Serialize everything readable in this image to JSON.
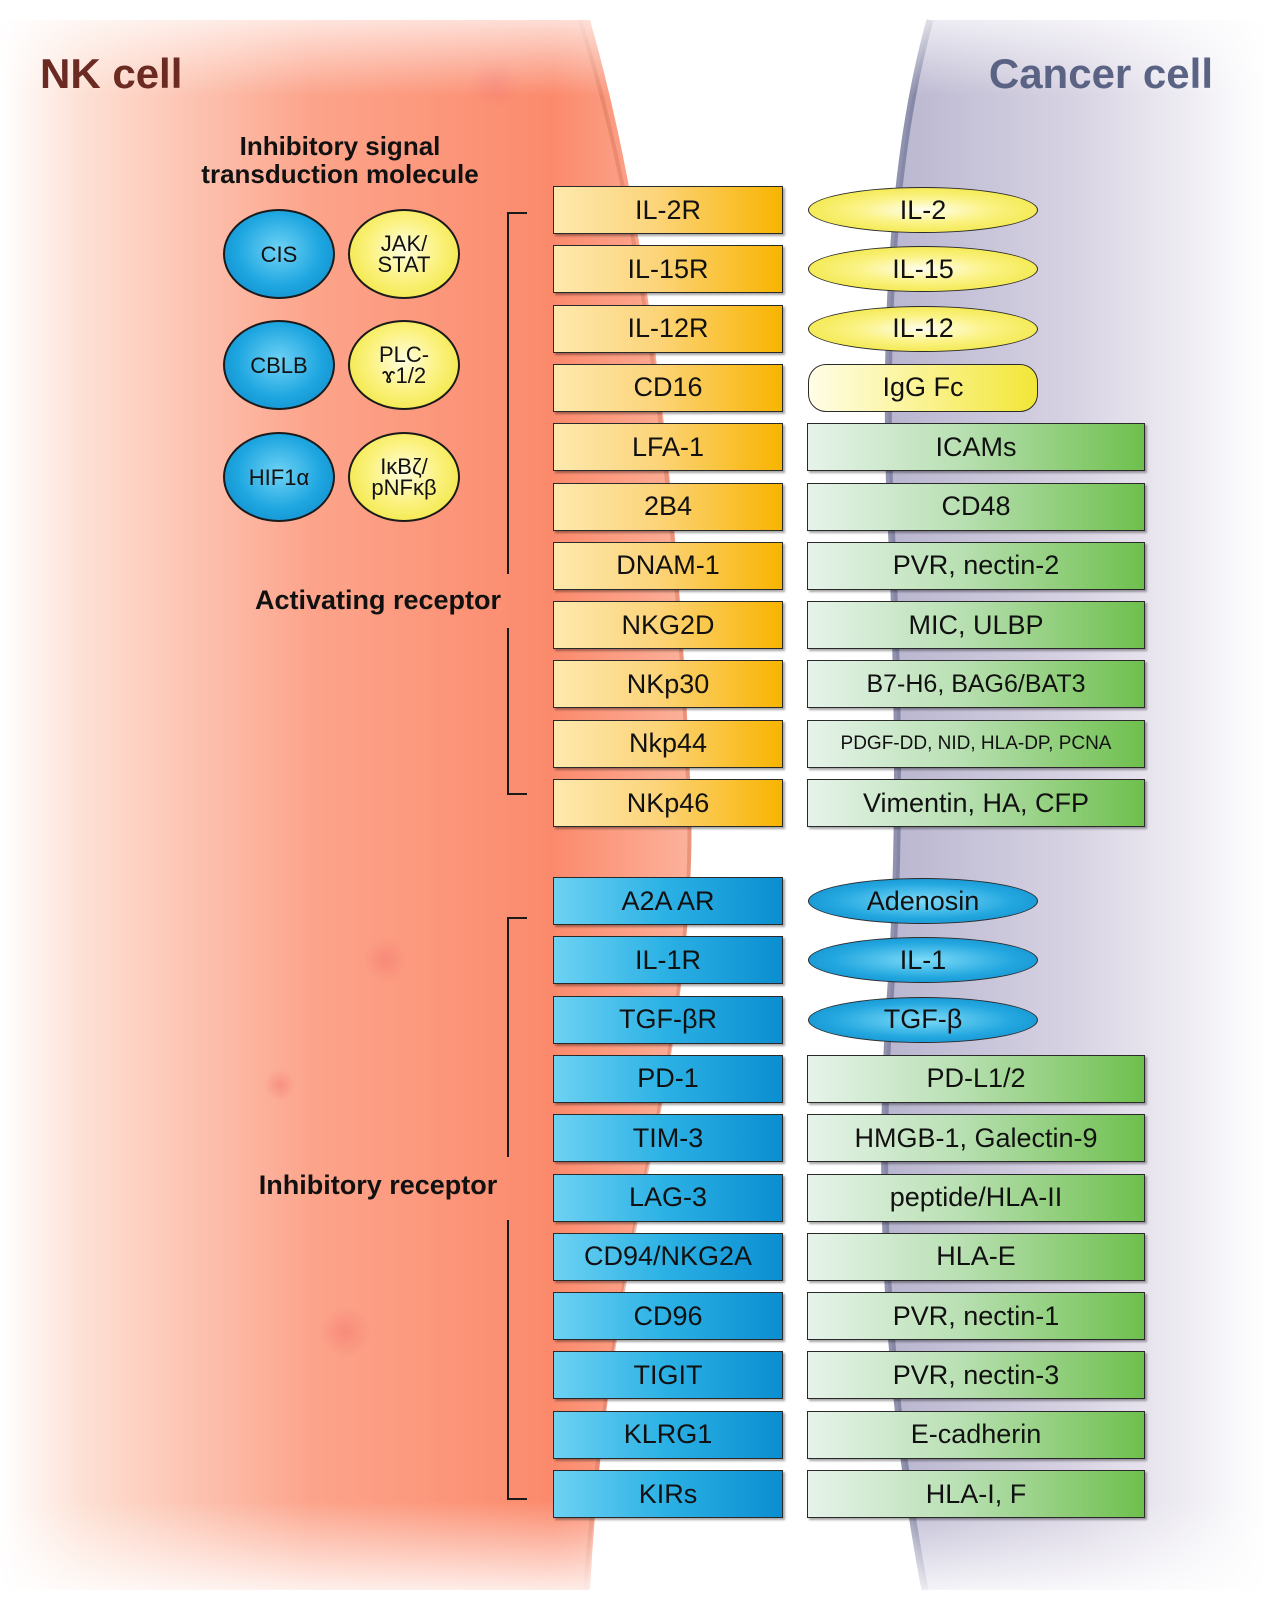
{
  "titles": {
    "nk": "NK cell",
    "cancer": "Cancer cell"
  },
  "inhibitory_molecules": {
    "heading": "Inhibitory signal transduction molecule",
    "items": [
      {
        "label": "CIS",
        "color": "blue"
      },
      {
        "label": "JAK/\nSTAT",
        "color": "yellow"
      },
      {
        "label": "CBLB",
        "color": "blue"
      },
      {
        "label": "PLC-\nɤ1/2",
        "color": "yellow"
      },
      {
        "label": "HIF1α",
        "color": "blue"
      },
      {
        "label": "IκBζ/\npNFκβ",
        "color": "yellow"
      }
    ]
  },
  "activating": {
    "label": "Activating receptor",
    "pairs": [
      {
        "receptor": "IL-2R",
        "ligand": "IL-2",
        "ligand_shape": "oval"
      },
      {
        "receptor": "IL-15R",
        "ligand": "IL-15",
        "ligand_shape": "oval"
      },
      {
        "receptor": "IL-12R",
        "ligand": "IL-12",
        "ligand_shape": "oval"
      },
      {
        "receptor": "CD16",
        "ligand": "IgG Fc",
        "ligand_shape": "pill"
      },
      {
        "receptor": "LFA-1",
        "ligand": "ICAMs",
        "ligand_shape": "rect"
      },
      {
        "receptor": "2B4",
        "ligand": "CD48",
        "ligand_shape": "rect"
      },
      {
        "receptor": "DNAM-1",
        "ligand": "PVR, nectin-2",
        "ligand_shape": "rect"
      },
      {
        "receptor": "NKG2D",
        "ligand": "MIC, ULBP",
        "ligand_shape": "rect"
      },
      {
        "receptor": "NKp30",
        "ligand": "B7-H6, BAG6/BAT3",
        "ligand_shape": "rect-mid"
      },
      {
        "receptor": "Nkp44",
        "ligand": "PDGF-DD, NID, HLA-DP, PCNA",
        "ligand_shape": "rect-small"
      },
      {
        "receptor": "NKp46",
        "ligand": "Vimentin, HA, CFP",
        "ligand_shape": "rect"
      }
    ]
  },
  "inhibitory": {
    "label": "Inhibitory  receptor",
    "pairs": [
      {
        "receptor": "A2A AR",
        "ligand": "Adenosin",
        "ligand_shape": "oval"
      },
      {
        "receptor": "IL-1R",
        "ligand": "IL-1",
        "ligand_shape": "oval"
      },
      {
        "receptor": "TGF-βR",
        "ligand": "TGF-β",
        "ligand_shape": "oval"
      },
      {
        "receptor": "PD-1",
        "ligand": "PD-L1/2",
        "ligand_shape": "rect"
      },
      {
        "receptor": "TIM-3",
        "ligand": "HMGB-1, Galectin-9",
        "ligand_shape": "rect"
      },
      {
        "receptor": "LAG-3",
        "ligand": "peptide/HLA-II",
        "ligand_shape": "rect"
      },
      {
        "receptor": "CD94/NKG2A",
        "ligand": "HLA-E",
        "ligand_shape": "rect"
      },
      {
        "receptor": "CD96",
        "ligand": "PVR, nectin-1",
        "ligand_shape": "rect"
      },
      {
        "receptor": "TIGIT",
        "ligand": "PVR, nectin-3",
        "ligand_shape": "rect"
      },
      {
        "receptor": "KLRG1",
        "ligand": "E-cadherin",
        "ligand_shape": "rect"
      },
      {
        "receptor": "KIRs",
        "ligand": "HLA-I, F",
        "ligand_shape": "rect"
      }
    ]
  }
}
